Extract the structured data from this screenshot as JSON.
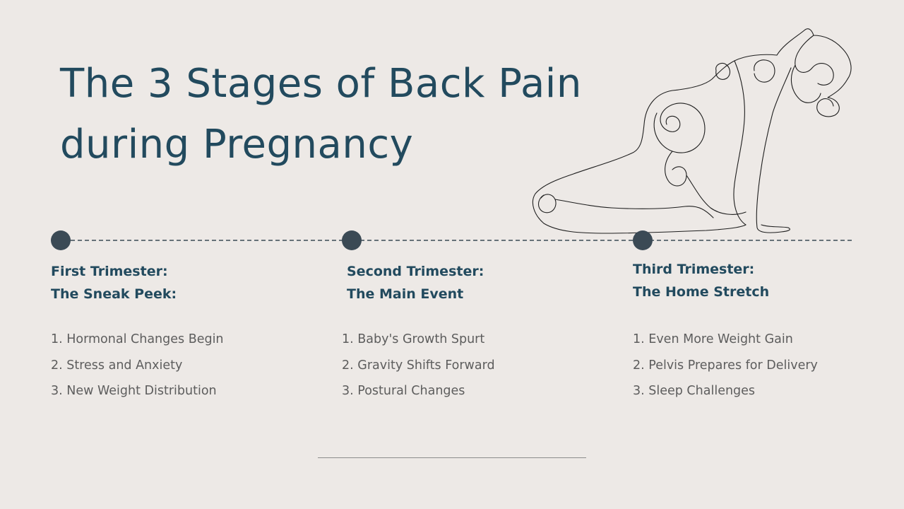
{
  "title": {
    "line1": "The 3 Stages of Back Pain",
    "line2": "during Pregnancy"
  },
  "colors": {
    "background": "#ede9e6",
    "heading": "#224a5e",
    "body_text": "#5d5d5d",
    "timeline_dot": "#3b4a55"
  },
  "illustration": {
    "icon": "pregnant-woman-line-art-icon"
  },
  "stages": [
    {
      "heading_line1": "First Trimester:",
      "heading_line2": "The Sneak Peek:",
      "items": [
        "1. Hormonal Changes Begin",
        "2. Stress and Anxiety",
        "3. New Weight Distribution"
      ]
    },
    {
      "heading_line1": "Second Trimester:",
      "heading_line2": "The Main Event",
      "items": [
        "1. Baby's Growth Spurt",
        "2. Gravity Shifts Forward",
        "3. Postural Changes"
      ]
    },
    {
      "heading_line1": "Third Trimester:",
      "heading_line2": "The Home Stretch",
      "items": [
        "1. Even More Weight Gain",
        "2. Pelvis Prepares for Delivery",
        "3. Sleep Challenges"
      ]
    }
  ]
}
